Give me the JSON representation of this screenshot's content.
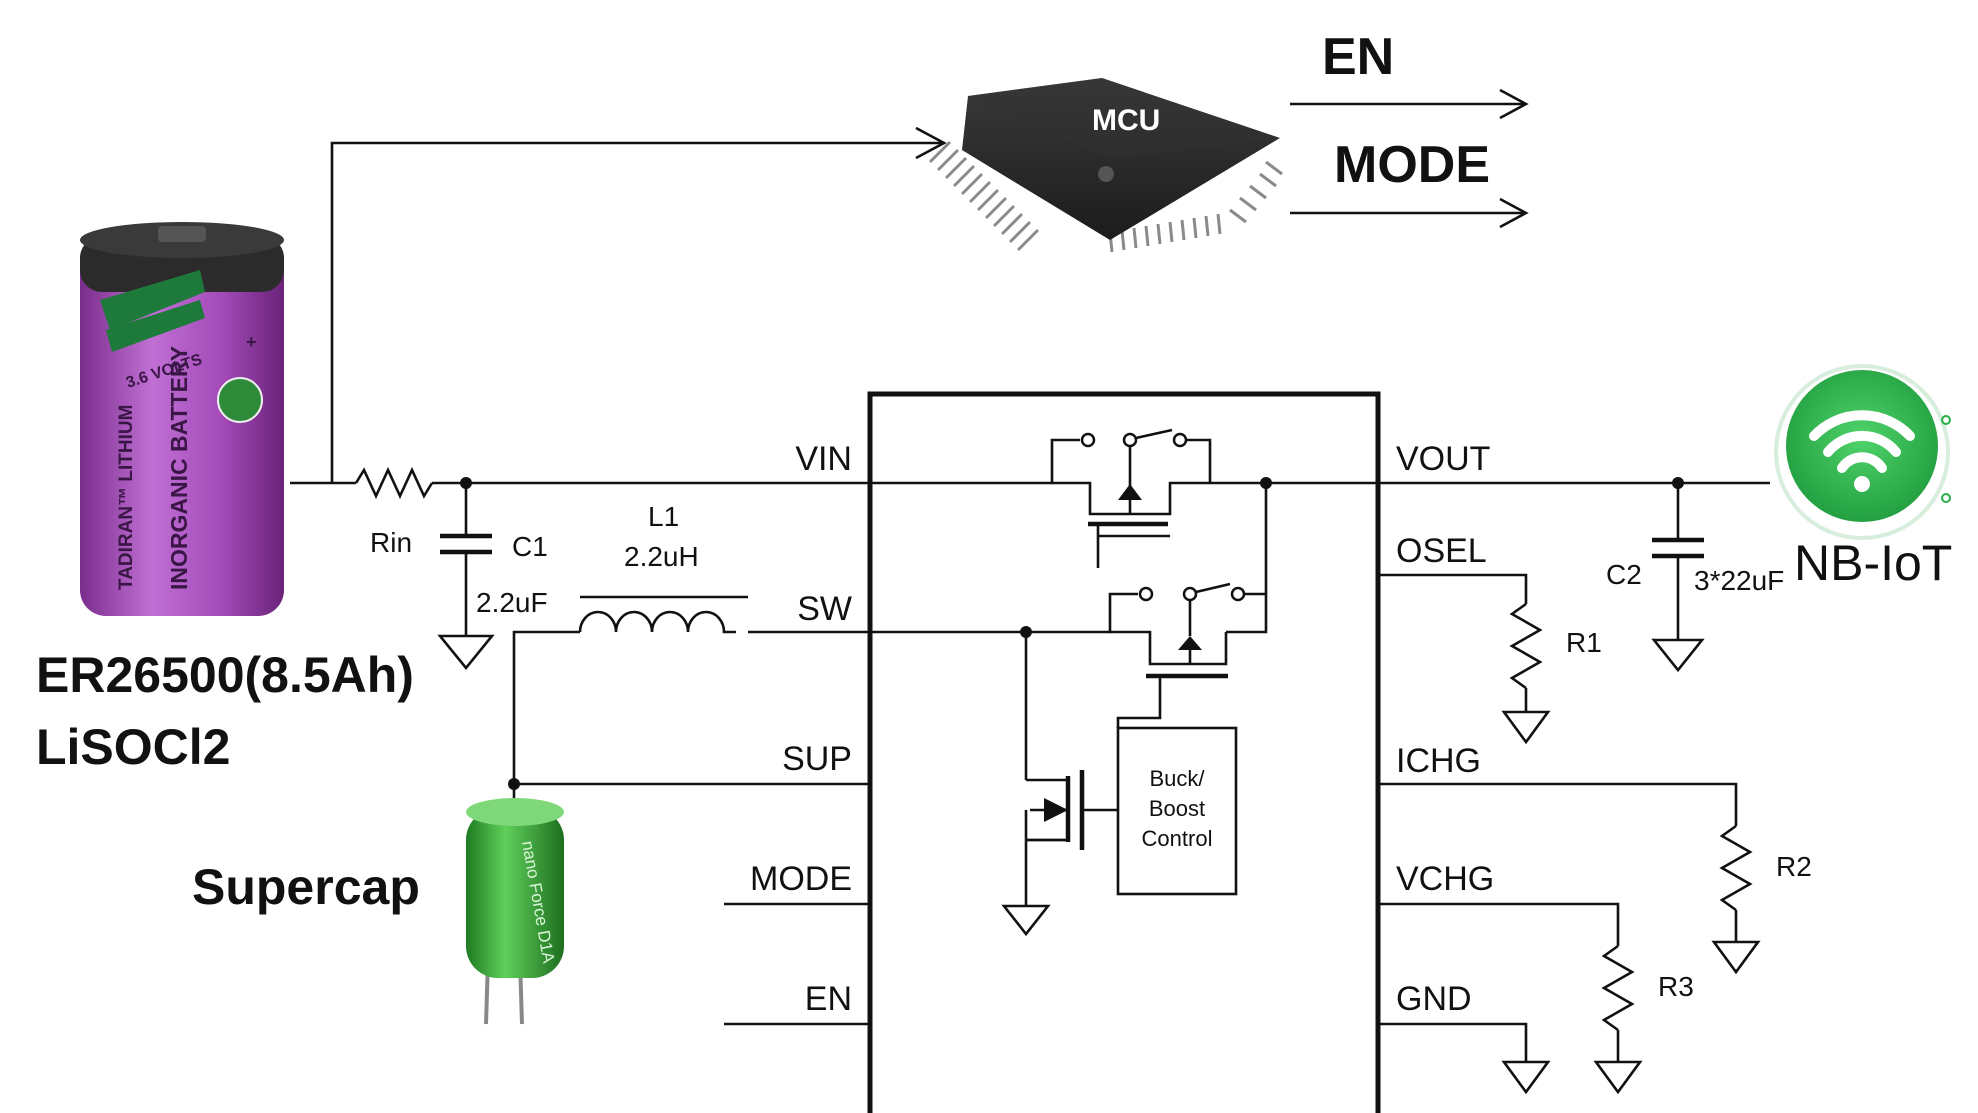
{
  "diagram": {
    "battery": {
      "name_label": "ER26500(8.5Ah)",
      "chem_label": "LiSOCl2",
      "print_brand": "TADIRAN™ LITHIUM",
      "print_type": "INORGANIC BATTERY",
      "print_volts": "3.6 VOLTS"
    },
    "supercap": {
      "label": "Supercap",
      "print": "nano Force D1A"
    },
    "mcu": {
      "chip_label": "MCU",
      "out_en": "EN",
      "out_mode": "MODE"
    },
    "nbiot": {
      "label": "NB-IoT",
      "icon": "wifi-icon"
    },
    "components": {
      "rin": "Rin",
      "c1": "C1",
      "c1_value": "2.2uF",
      "l1": "L1",
      "l1_value": "2.2uH",
      "c2": "C2",
      "c2_value": "3*22uF",
      "r1": "R1",
      "r2": "R2",
      "r3": "R3"
    },
    "ic": {
      "pins_left": {
        "vin": "VIN",
        "sw": "SW",
        "sup": "SUP",
        "mode": "MODE",
        "en": "EN"
      },
      "pins_right": {
        "vout": "VOUT",
        "osel": "OSEL",
        "ichg": "ICHG",
        "vchg": "VCHG",
        "gnd": "GND"
      },
      "control_block": {
        "line1": "Buck/",
        "line2": "Boost",
        "line3": "Control"
      }
    },
    "colors": {
      "battery_purple": "#a24ab8",
      "battery_cap": "#2b2b2b",
      "supercap_green": "#3aa63a",
      "nbiot_green": "#27ae4a",
      "mcu_body": "#2a2a2a"
    }
  }
}
